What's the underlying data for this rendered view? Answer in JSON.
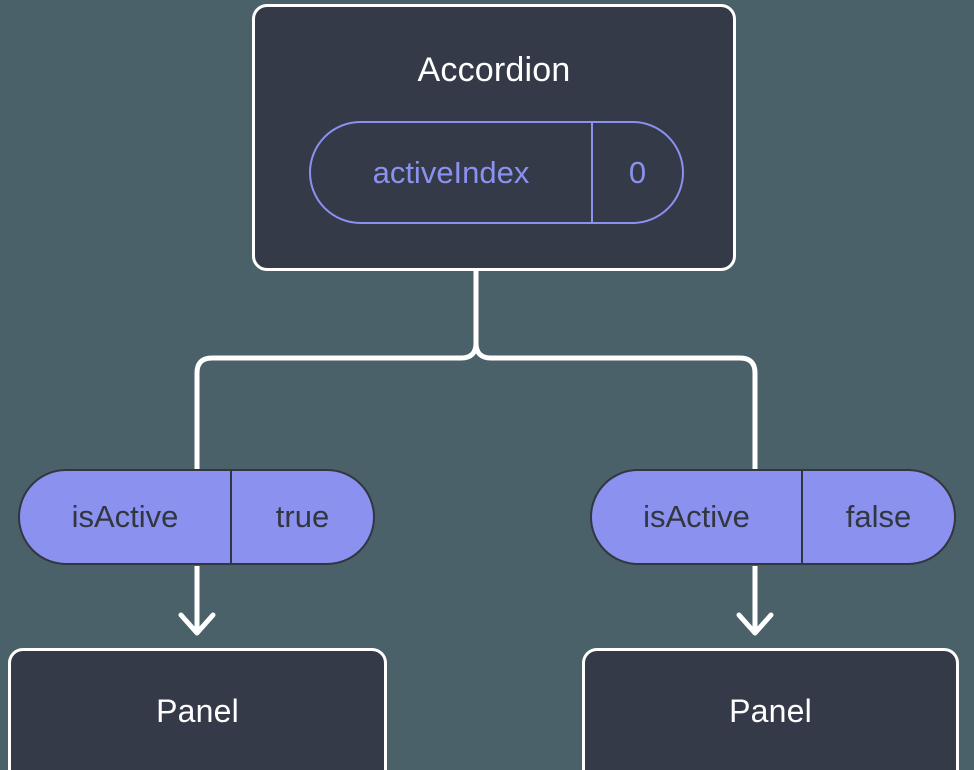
{
  "theme": {
    "background": "#4a6169",
    "node_fill": "#353a49",
    "node_border": "#ffffff",
    "accent": "#8b91ef",
    "accent_text": "#32363f",
    "edge_color": "#ffffff"
  },
  "diagram": {
    "type": "component-tree",
    "root": {
      "title": "Accordion",
      "prop": {
        "key": "activeIndex",
        "value": "0",
        "style": "outlined"
      }
    },
    "branches": [
      {
        "side": "left",
        "prop": {
          "key": "isActive",
          "value": "true",
          "style": "filled"
        },
        "child": {
          "title": "Panel"
        }
      },
      {
        "side": "right",
        "prop": {
          "key": "isActive",
          "value": "false",
          "style": "filled"
        },
        "child": {
          "title": "Panel"
        }
      }
    ]
  }
}
